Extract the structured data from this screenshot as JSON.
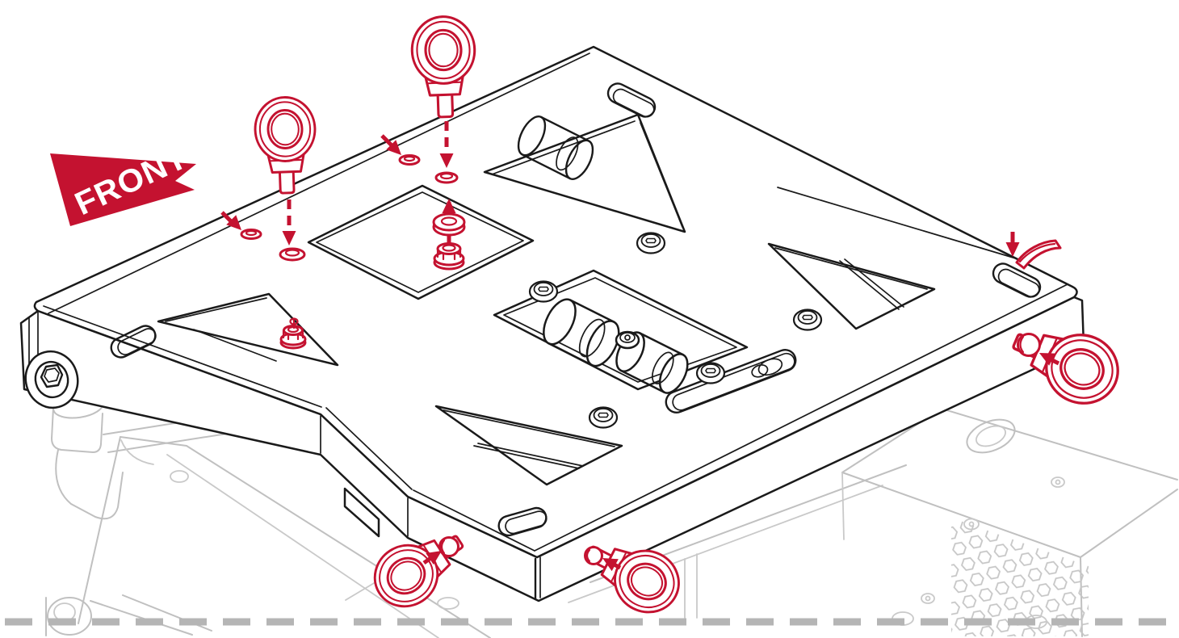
{
  "diagram": {
    "front_label": "FRONT",
    "colors": {
      "highlight_red": "#C41230",
      "line_black": "#1A1A1A",
      "ghost_gray": "#BDBDBD",
      "background": "#FFFFFF",
      "label_text": "#FFFFFF"
    },
    "elements": {
      "direction_arrow": "front-direction-arrow",
      "plate": "isometric-mounting-plate",
      "base_unit": "ghosted-base-unit-outline",
      "separation_line": "dashed-cutoff-line",
      "eye_bolts": [
        "eye-bolt-top-left",
        "eye-bolt-top-center",
        "eye-bolt-right-side",
        "eye-bolt-bottom-left",
        "eye-bolt-bottom-right"
      ],
      "fasteners": [
        "washer-center",
        "lock-nut-center",
        "flange-nut-left",
        "hex-socket-bolt-left"
      ],
      "corner_strap": "corner-strap",
      "mount_holes": [
        "hole-top-left",
        "hole-top-center",
        "hole-upper-center",
        "hole-upper-left"
      ]
    }
  }
}
